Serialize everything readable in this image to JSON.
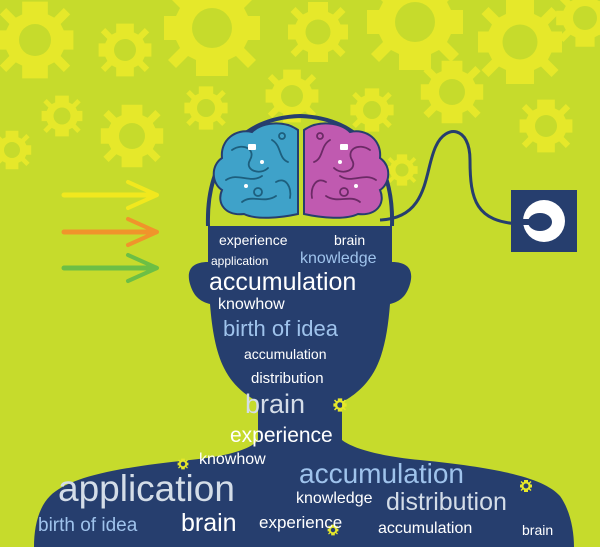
{
  "colors": {
    "background": "#c6db2c",
    "gear": "#e6e82a",
    "silhouette": "#263e6e",
    "brain_left": "#3fa2c9",
    "brain_right": "#c05ab0",
    "arrow_yellow": "#f1e81e",
    "arrow_orange": "#f0942b",
    "arrow_green": "#6cbf45",
    "text_white": "#ffffff",
    "text_blue": "#9fc3ec"
  },
  "icons": [
    "gear-icon",
    "arrow-icon",
    "brain-icon",
    "power-plug-icon",
    "socket-icon",
    "cable-icon"
  ],
  "words": {
    "w1": "experience",
    "w2": "brain",
    "w3": "application",
    "w4": "knowledge",
    "w5": "accumulation",
    "w6": "knowhow",
    "w7": "birth of idea",
    "w8": "accumulation",
    "w9": "distribution",
    "w10": "brain",
    "w11": "experience",
    "w12": "knowhow",
    "w13": "accumulation",
    "w14": "application",
    "w15": "knowledge",
    "w16": "distribution",
    "w17": "birth of idea",
    "w18": "brain",
    "w19": "experience",
    "w20": "accumulation",
    "w21": "brain"
  }
}
